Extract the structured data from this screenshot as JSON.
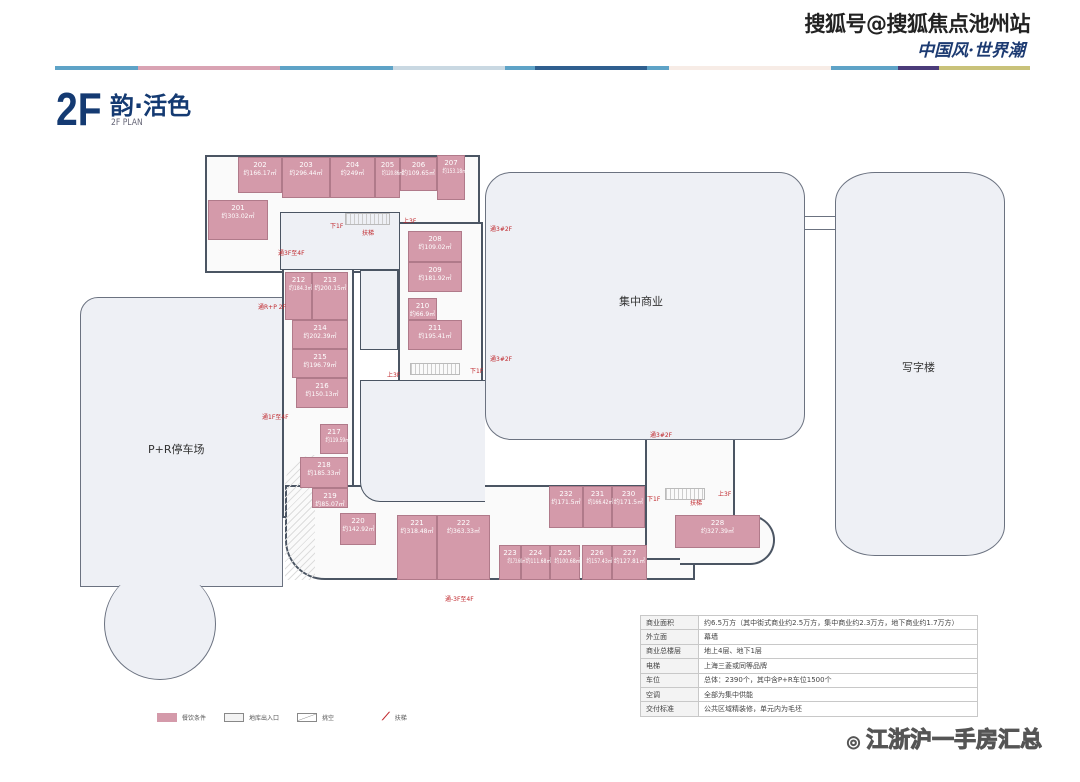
{
  "watermark_top": "搜狐号@搜狐焦点池州站",
  "logo_text": "中国风·世界潮",
  "header": {
    "floor": "2F",
    "title": "韵·活色",
    "subtitle": "2F PLAN"
  },
  "color_bar": [
    "#5ea3c7",
    "#d9a3b3",
    "#5ea3c7",
    "#c9d8e2",
    "#5ea3c7",
    "#2f5f8f",
    "#5ea3c7",
    "#f7ece6",
    "#5ea3c7",
    "#4b3b7a",
    "#c9c27a"
  ],
  "zones": {
    "parking": "P+R停车场",
    "mall": "集中商业",
    "office": "写字楼"
  },
  "units": [
    {
      "id": "202",
      "area": "约166.17㎡"
    },
    {
      "id": "203",
      "area": "约296.44㎡"
    },
    {
      "id": "204",
      "area": "约249㎡"
    },
    {
      "id": "205",
      "area": "约120.86㎡"
    },
    {
      "id": "206",
      "area": "约109.65㎡"
    },
    {
      "id": "207",
      "area": "约153.18㎡"
    },
    {
      "id": "201",
      "area": "约303.02㎡"
    },
    {
      "id": "208",
      "area": "约109.02㎡"
    },
    {
      "id": "209",
      "area": "约181.92㎡"
    },
    {
      "id": "210",
      "area": "约66.9㎡"
    },
    {
      "id": "211",
      "area": "约195.41㎡"
    },
    {
      "id": "212",
      "area": "约184.3㎡"
    },
    {
      "id": "213",
      "area": "约200.15㎡"
    },
    {
      "id": "214",
      "area": "约202.39㎡"
    },
    {
      "id": "215",
      "area": "约196.79㎡"
    },
    {
      "id": "216",
      "area": "约150.13㎡"
    },
    {
      "id": "217",
      "area": "约119.59㎡"
    },
    {
      "id": "218",
      "area": "约185.33㎡"
    },
    {
      "id": "219",
      "area": "约85.07㎡"
    },
    {
      "id": "220",
      "area": "约142.92㎡"
    },
    {
      "id": "221",
      "area": "约318.48㎡"
    },
    {
      "id": "222",
      "area": "约363.33㎡"
    },
    {
      "id": "223",
      "area": "约173.60㎡"
    },
    {
      "id": "224",
      "area": "约111.68㎡"
    },
    {
      "id": "225",
      "area": "约100.68㎡"
    },
    {
      "id": "226",
      "area": "约157.43㎡"
    },
    {
      "id": "227",
      "area": "约127.81㎡"
    },
    {
      "id": "228",
      "area": "约327.39㎡"
    },
    {
      "id": "230",
      "area": "约171.5㎡"
    },
    {
      "id": "231",
      "area": "约166.42㎡"
    },
    {
      "id": "232",
      "area": "约171.5㎡"
    }
  ],
  "markers": [
    "上3F",
    "下1F",
    "扶梯",
    "通3F至4F",
    "通R+P 2F",
    "通3#2F",
    "通3#2F",
    "上3F",
    "下1F",
    "通1F至4F",
    "通3#2F",
    "下1F",
    "扶梯",
    "上3F",
    "通-3F至4F"
  ],
  "info_table": [
    [
      "商业面积",
      "约6.5万方（其中街式商业约2.5万方，集中商业约2.3万方，地下商业约1.7万方）"
    ],
    [
      "外立面",
      "幕墙"
    ],
    [
      "商业总楼层",
      "地上4层、地下1层"
    ],
    [
      "电梯",
      "上海三菱或同等品牌"
    ],
    [
      "车位",
      "总体：2390个，其中含P+R车位1500个"
    ],
    [
      "空调",
      "全部为集中供能"
    ],
    [
      "交付标准",
      "公共区域精装修，单元内为毛坯"
    ]
  ],
  "legend": [
    "餐饮条件",
    "地库出入口",
    "挑空",
    "扶梯"
  ],
  "colors": {
    "unit": "#d49aaa",
    "accent": "#c0282d",
    "brand": "#143a72"
  },
  "watermark_bottom": "江浙沪一手房汇总"
}
